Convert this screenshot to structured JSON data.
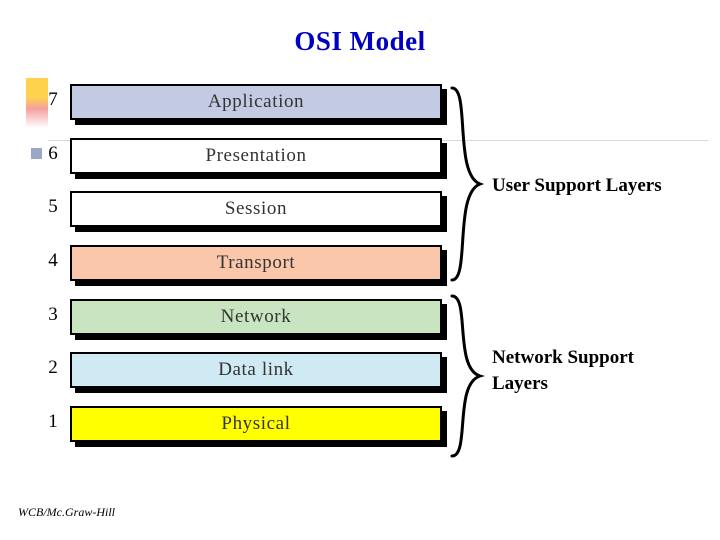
{
  "slide": {
    "title": "OSI Model",
    "footer": "WCB/Mc.Graw-Hill"
  },
  "layers": [
    {
      "number": "7",
      "label": "Application",
      "color": "#c3cbe3"
    },
    {
      "number": "6",
      "label": "Presentation",
      "color": "#ffffff"
    },
    {
      "number": "5",
      "label": "Session",
      "color": "#ffffff"
    },
    {
      "number": "4",
      "label": "Transport",
      "color": "#fbc7ab"
    },
    {
      "number": "3",
      "label": "Network",
      "color": "#c9e4c0"
    },
    {
      "number": "2",
      "label": "Data link",
      "color": "#cfeaf3"
    },
    {
      "number": "1",
      "label": "Physical",
      "color": "#ffff00"
    }
  ],
  "groups": [
    {
      "label": "User Support Layers"
    },
    {
      "label": "Network Support Layers"
    }
  ],
  "accent": {
    "title_color": "#0000c0",
    "outline_color": "#000000"
  }
}
